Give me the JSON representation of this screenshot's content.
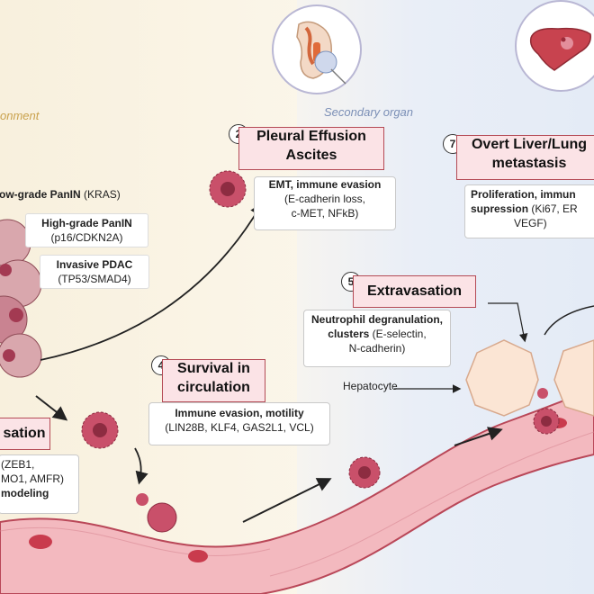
{
  "regions": {
    "left_label": "onment",
    "right_label": "Secondary organ"
  },
  "colors": {
    "vessel": "#f3b9bf",
    "vessel_edge": "#b94758",
    "cell": "#c9506a",
    "title_fill": "#fbe3e6",
    "region_left": "#c9a14c",
    "region_right": "#7b8fb6"
  },
  "icons": [
    "pleural-organ-icon",
    "liver-icon",
    "tumor-cell-icon",
    "hepatocyte-icon",
    "arrow-icon"
  ],
  "stages": {
    "primary": {
      "lines": [
        {
          "bold": "ow-grade PanIN",
          "normal": " (KRAS)"
        },
        {
          "bold": "High-grade PanIN",
          "normal": ""
        },
        {
          "bold": "",
          "normal": "(p16/CDKN2A)"
        },
        {
          "bold": "Invasive PDAC",
          "normal": ""
        },
        {
          "bold": "",
          "normal": "(TP53/SMAD4)"
        }
      ]
    },
    "invasion": {
      "title": "sation",
      "details": [
        "(ZEB1,",
        "MO1, AMFR)",
        "modeling"
      ]
    },
    "pleural": {
      "number": "2",
      "title_line1": "Pleural Effusion",
      "title_line2": "Ascites",
      "detail_bold": "EMT, immune evasion",
      "detail_normal": [
        "(E-cadherin loss,",
        "c-MET, NFkB)"
      ]
    },
    "circulation": {
      "number": "4",
      "title_line1": "Survival in",
      "title_line2": "circulation",
      "detail_bold": "Immune evasion, motility",
      "detail_normal": "(LIN28B, KLF4, GAS2L1, VCL)"
    },
    "extravasation": {
      "number": "5",
      "title": "Extravasation",
      "detail_bold_1": "Neutrophil degranulation,",
      "detail_bold_2": "clusters",
      "detail_normal_1": " (E-selectin,",
      "detail_normal_2": "N-cadherin)"
    },
    "metastasis": {
      "number": "7",
      "title_line1": "Overt Liver/Lung",
      "title_line2": "metastasis",
      "detail_bold_1": "Proliferation, immun",
      "detail_bold_2": "supression",
      "detail_normal_1": " (Ki67, ER",
      "detail_normal_2": "VEGF)"
    }
  },
  "labels": {
    "hepatocyte": "Hepatocyte"
  }
}
